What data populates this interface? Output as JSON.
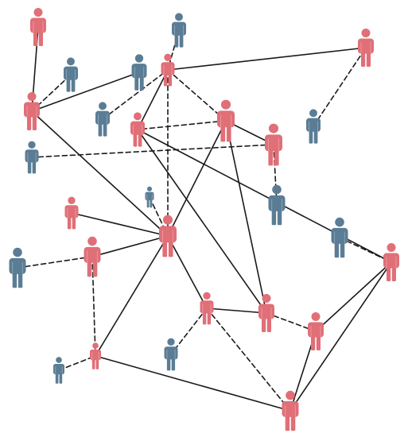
{
  "colors": {
    "red": "#e06f77",
    "blue": "#5a7d95",
    "edge": "#1a1a1a",
    "background": "#ffffff"
  },
  "nodes": [
    {
      "id": "r1",
      "color": "red",
      "scale": 1.0
    },
    {
      "id": "b1",
      "color": "blue",
      "scale": 0.9
    },
    {
      "id": "r2",
      "color": "red",
      "scale": 0.85
    },
    {
      "id": "b2",
      "color": "blue",
      "scale": 0.9
    },
    {
      "id": "b3",
      "color": "blue",
      "scale": 0.95
    },
    {
      "id": "b4",
      "color": "blue",
      "scale": 0.9
    },
    {
      "id": "r3",
      "color": "red",
      "scale": 0.9
    },
    {
      "id": "b5",
      "color": "blue",
      "scale": 0.9
    },
    {
      "id": "r4",
      "color": "red",
      "scale": 1.0
    },
    {
      "id": "r5",
      "color": "red",
      "scale": 1.0
    },
    {
      "id": "r6",
      "color": "red",
      "scale": 1.1
    },
    {
      "id": "r7",
      "color": "red",
      "scale": 1.1
    },
    {
      "id": "b6",
      "color": "blue",
      "scale": 0.85
    },
    {
      "id": "b7",
      "color": "blue",
      "scale": 1.05
    },
    {
      "id": "b8",
      "color": "blue",
      "scale": 0.55
    },
    {
      "id": "r8",
      "color": "red",
      "scale": 0.85
    },
    {
      "id": "r9",
      "color": "red",
      "scale": 1.1
    },
    {
      "id": "b9",
      "color": "blue",
      "scale": 1.05
    },
    {
      "id": "r10",
      "color": "red",
      "scale": 1.05
    },
    {
      "id": "b10",
      "color": "blue",
      "scale": 1.05
    },
    {
      "id": "r11",
      "color": "red",
      "scale": 1.0
    },
    {
      "id": "r12",
      "color": "red",
      "scale": 0.85
    },
    {
      "id": "r13",
      "color": "red",
      "scale": 1.0
    },
    {
      "id": "r14",
      "color": "red",
      "scale": 1.0
    },
    {
      "id": "b11",
      "color": "blue",
      "scale": 0.85
    },
    {
      "id": "r15",
      "color": "red",
      "scale": 0.7
    },
    {
      "id": "b12",
      "color": "blue",
      "scale": 0.7
    },
    {
      "id": "r16",
      "color": "red",
      "scale": 1.05
    }
  ],
  "edges": [
    {
      "from": "r1",
      "to": "r4",
      "style": "solid"
    },
    {
      "from": "r4",
      "to": "b1",
      "style": "dashed"
    },
    {
      "from": "r4",
      "to": "b3",
      "style": "solid"
    },
    {
      "from": "r4",
      "to": "r9",
      "style": "solid"
    },
    {
      "from": "b2",
      "to": "r2",
      "style": "dashed"
    },
    {
      "from": "b4",
      "to": "r2",
      "style": "dashed"
    },
    {
      "from": "r2",
      "to": "r5",
      "style": "solid"
    },
    {
      "from": "r2",
      "to": "r3",
      "style": "solid"
    },
    {
      "from": "r2",
      "to": "r6",
      "style": "dashed"
    },
    {
      "from": "r2",
      "to": "r9",
      "style": "dashed"
    },
    {
      "from": "b5",
      "to": "r5",
      "style": "dashed"
    },
    {
      "from": "r6",
      "to": "r3",
      "style": "dashed"
    },
    {
      "from": "r6",
      "to": "r7",
      "style": "solid"
    },
    {
      "from": "r6",
      "to": "r9",
      "style": "solid"
    },
    {
      "from": "r6",
      "to": "r13",
      "style": "solid"
    },
    {
      "from": "r7",
      "to": "b6",
      "style": "dashed"
    },
    {
      "from": "r7",
      "to": "b7",
      "style": "dashed"
    },
    {
      "from": "r3",
      "to": "r13",
      "style": "solid"
    },
    {
      "from": "r3",
      "to": "r11",
      "style": "solid"
    },
    {
      "from": "b8",
      "to": "r9",
      "style": "dashed"
    },
    {
      "from": "r8",
      "to": "r9",
      "style": "solid"
    },
    {
      "from": "r10",
      "to": "r9",
      "style": "solid"
    },
    {
      "from": "b9",
      "to": "r10",
      "style": "dashed"
    },
    {
      "from": "r10",
      "to": "r15",
      "style": "dashed"
    },
    {
      "from": "r9",
      "to": "r15",
      "style": "solid"
    },
    {
      "from": "r9",
      "to": "r12",
      "style": "solid"
    },
    {
      "from": "r12",
      "to": "r13",
      "style": "solid"
    },
    {
      "from": "r12",
      "to": "b11",
      "style": "dashed"
    },
    {
      "from": "r12",
      "to": "r16",
      "style": "dashed"
    },
    {
      "from": "r13",
      "to": "r14",
      "style": "dashed"
    },
    {
      "from": "b10",
      "to": "r11",
      "style": "dashed"
    },
    {
      "from": "r11",
      "to": "r14",
      "style": "solid"
    },
    {
      "from": "r11",
      "to": "r16",
      "style": "solid"
    },
    {
      "from": "r14",
      "to": "r16",
      "style": "solid"
    },
    {
      "from": "b12",
      "to": "r15",
      "style": "dashed"
    },
    {
      "from": "r15",
      "to": "r16",
      "style": "solid"
    }
  ]
}
